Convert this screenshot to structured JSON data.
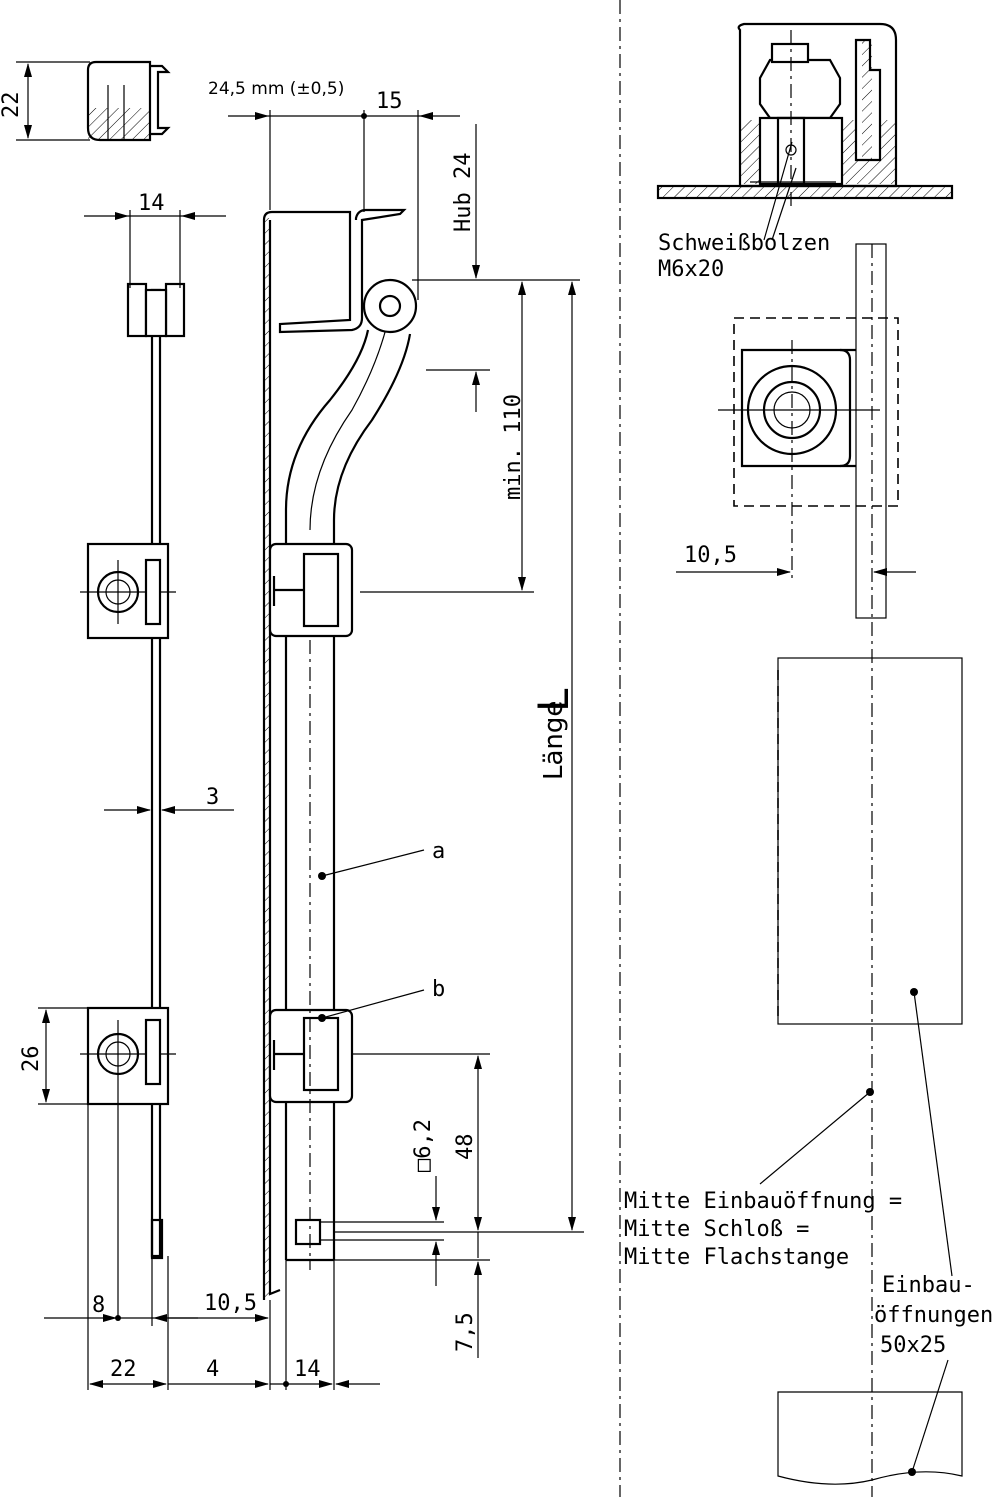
{
  "dimensions": {
    "d22_top": "22",
    "d24_5": "24,5 mm (±0,5)",
    "d15": "15",
    "hub": "Hub 24",
    "d14_top": "14",
    "min110": "min. 110",
    "laenge": "Länge",
    "laenge_L": "L",
    "d3": "3",
    "d26": "26",
    "sq6_2": "□6,2",
    "d48": "48",
    "d7_5": "7,5",
    "d8": "8",
    "d10_5_left": "10,5",
    "d22_bottom": "22",
    "d4": "4",
    "d14_bottom": "14",
    "d10_5_right": "10,5"
  },
  "labels": {
    "a": "a",
    "b": "b",
    "schweiss_1": "Schweißbolzen",
    "schweiss_2": "M6x20",
    "mitte_1": "Mitte Einbauöffnung =",
    "mitte_2": "Mitte Schloß =",
    "mitte_3": "Mitte Flachstange",
    "einbau_1": "Einbau-",
    "einbau_2": "öffnungen",
    "einbau_3": "50x25"
  }
}
